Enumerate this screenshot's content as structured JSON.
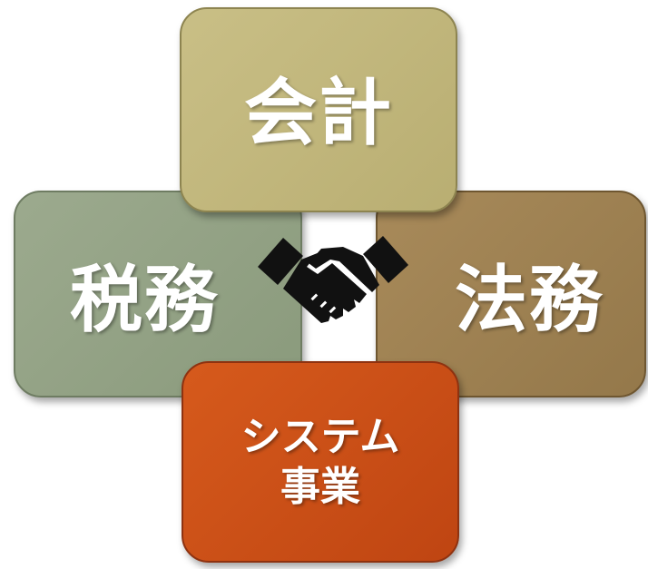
{
  "diagram": {
    "top_label": "会計",
    "left_label": "税務",
    "right_label": "法務",
    "bottom_label_line1": "システム",
    "bottom_label_line2": "事業",
    "center_icon": "handshake-icon"
  },
  "colors": {
    "top": "#c9bf86",
    "left": "#9caa8e",
    "right": "#a88a5a",
    "bottom": "#d65a1c",
    "text": "#ffffff",
    "icon": "#111111"
  }
}
